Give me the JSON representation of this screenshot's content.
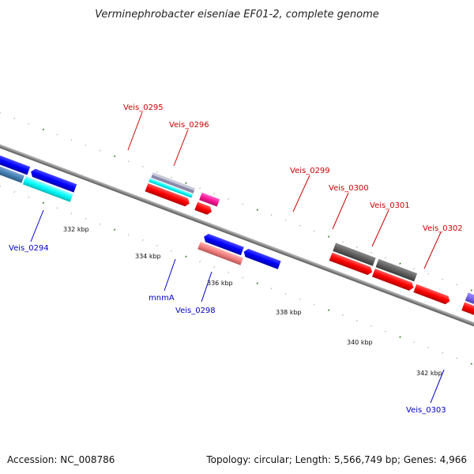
{
  "title": "Verminephrobacter eiseniae EF01-2, complete genome",
  "footer": {
    "accession": "Accession: NC_008786",
    "topology": "Topology: circular; Length: 5,566,749 bp; Genes: 4,966"
  },
  "colors": {
    "forward_label": "#cc0000",
    "reverse_label": "#0000cc",
    "tick": "#2e7d1e",
    "backbone": "#888888"
  },
  "tick_labels": [
    "332 kbp",
    "334 kbp",
    "336 kbp",
    "338 kbp",
    "340 kbp",
    "342 kbp"
  ],
  "genes": [
    {
      "id": "g0294",
      "label": "Veis_0294",
      "strand": "reverse",
      "color": "#00ffff"
    },
    {
      "id": "g0295",
      "label": "Veis_0295",
      "strand": "forward",
      "color": "#ff0000"
    },
    {
      "id": "g0296",
      "label": "Veis_0296",
      "strand": "forward",
      "color": "#ff0000"
    },
    {
      "id": "gmnmA",
      "label": "mnmA",
      "strand": "reverse",
      "color": "#f08080"
    },
    {
      "id": "g0298",
      "label": "Veis_0298",
      "strand": "reverse",
      "color": "#0000ff"
    },
    {
      "id": "g0299",
      "label": "Veis_0299",
      "strand": "forward",
      "color": "#ff0000"
    },
    {
      "id": "g0300",
      "label": "Veis_0300",
      "strand": "forward",
      "color": "#ff0000"
    },
    {
      "id": "g0301",
      "label": "Veis_0301",
      "strand": "forward",
      "color": "#ff0000"
    },
    {
      "id": "g0302",
      "label": "Veis_0302",
      "strand": "forward",
      "color": "#ff0000"
    },
    {
      "id": "g0303",
      "label": "Veis_0303",
      "strand": "reverse",
      "color": "#0000ff"
    }
  ]
}
